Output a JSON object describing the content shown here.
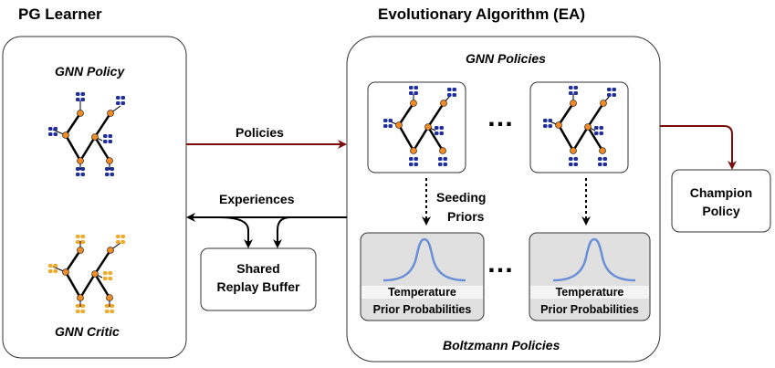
{
  "pg_learner": {
    "title": "PG Learner",
    "policy_label": "GNN Policy",
    "critic_label": "GNN Critic"
  },
  "ea": {
    "title": "Evolutionary Algorithm (EA)",
    "gnn_policies_label": "GNN Policies",
    "boltzmann_label": "Boltzmann Policies",
    "ellipsis": "…",
    "seeding_line1": "Seeding",
    "seeding_line2": "Priors",
    "temperature_label": "Temperature",
    "prior_label": "Prior Probabilities"
  },
  "flows": {
    "policies_label": "Policies",
    "experiences_label": "Experiences"
  },
  "replay_buffer": {
    "line1": "Shared",
    "line2": "Replay Buffer"
  },
  "champion": {
    "line1": "Champion",
    "line2": "Policy"
  },
  "colors": {
    "policy_arrow": "#7a0c0c",
    "node": "#f08a24",
    "policy_molecule": "#1f2e9a",
    "critic_molecule": "#f5a623",
    "curve": "#6b8fd6",
    "panel_fill": "#e0e0e0",
    "box_border": "#333333"
  }
}
